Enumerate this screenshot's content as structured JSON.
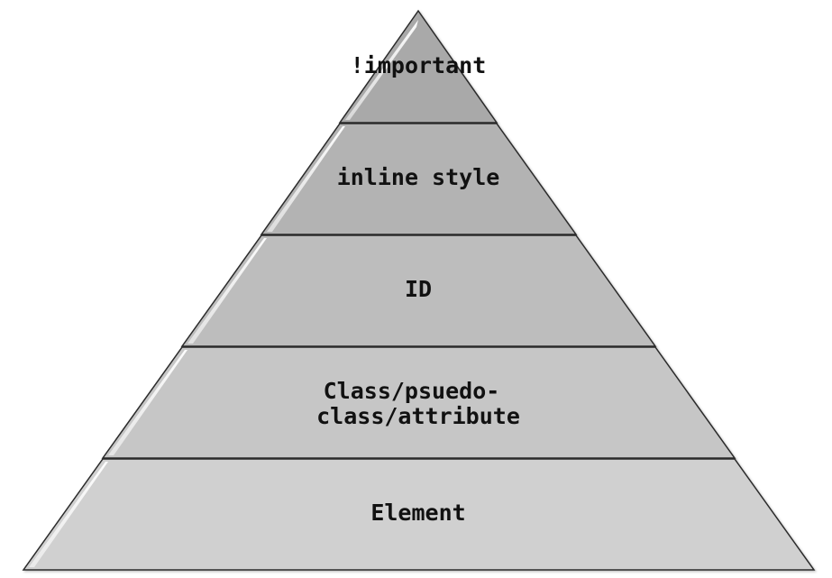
{
  "diagram": {
    "tiers": [
      {
        "label": "!important",
        "fill": "#a9a9a9"
      },
      {
        "label": "inline style",
        "fill": "#b3b3b3"
      },
      {
        "label": "ID",
        "fill": "#bdbdbd"
      },
      {
        "label": "Class/psuedo-class/attribute",
        "lines": [
          "Class/psuedo-",
          "class/attribute"
        ],
        "fill": "#c6c6c6"
      },
      {
        "label": "Element",
        "fill": "#d0d0d0"
      }
    ],
    "outline_color": "#2a2a2a"
  }
}
